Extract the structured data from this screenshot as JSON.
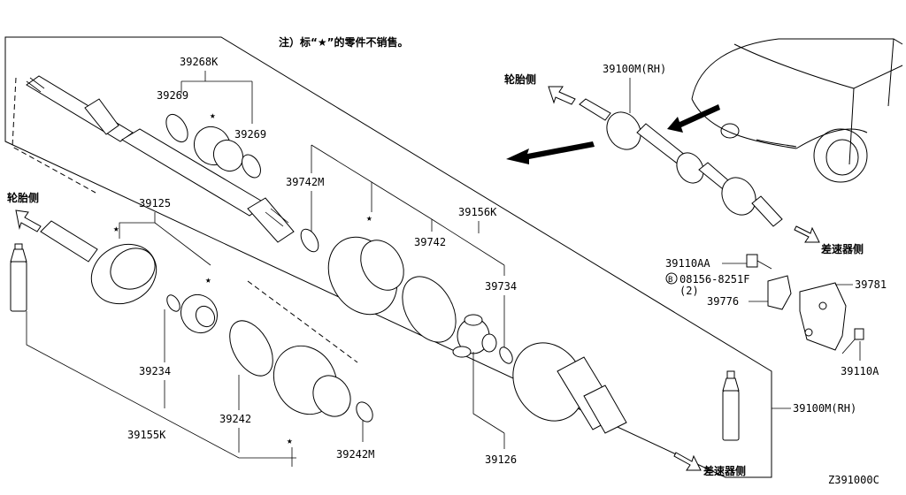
{
  "note": "注）标“★”的零件不销售。",
  "sides": {
    "wheel_side_top": "轮胎侧",
    "wheel_side_left": "轮胎侧",
    "diff_side_right": "差速器侧",
    "diff_side_bottom": "差速器侧"
  },
  "labels": {
    "p39268K": "39268K",
    "p39269a": "39269",
    "p39269b": "39269",
    "p39125": "39125",
    "p39742M": "39742M",
    "p39742": "39742",
    "p39156K": "39156K",
    "p39734": "39734",
    "p39234": "39234",
    "p39242": "39242",
    "p39242M": "39242M",
    "p39155K": "39155K",
    "p39126": "39126",
    "p39100M_bottom": "39100M(RH)",
    "p39100M_top": "39100M(RH)",
    "p39110AA": "39110AA",
    "p08156": "08156-8251F",
    "p08156_qty": "(2)",
    "p39776": "39776",
    "p39781": "39781",
    "p39110A": "39110A",
    "bolt_mark": "B"
  },
  "star": "★",
  "diagram_code": "Z391000C"
}
